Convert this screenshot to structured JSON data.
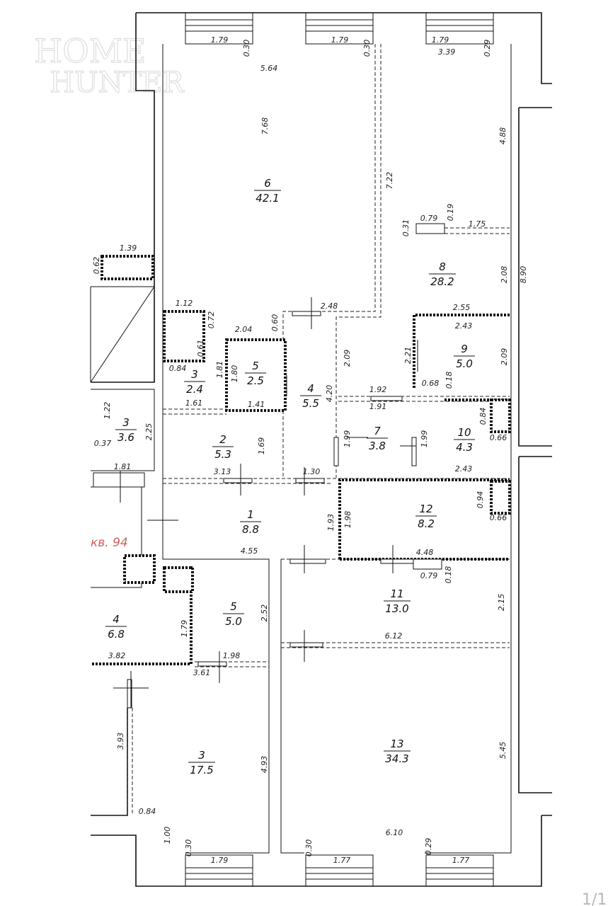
{
  "watermark": {
    "line1": "HOME",
    "line2": "HUNTER"
  },
  "apartment_label": "кв. 94",
  "page_number": "1/1",
  "rooms": [
    {
      "id": "r6",
      "number": "6",
      "area": "42.1"
    },
    {
      "id": "r8",
      "number": "8",
      "area": "28.2"
    },
    {
      "id": "r9",
      "number": "9",
      "area": "5.0"
    },
    {
      "id": "r5a",
      "number": "5",
      "area": "2.5"
    },
    {
      "id": "r3a",
      "number": "3",
      "area": "2.4"
    },
    {
      "id": "r3b",
      "number": "3",
      "area": "3.6"
    },
    {
      "id": "r4a",
      "number": "4",
      "area": "5.5"
    },
    {
      "id": "r2",
      "number": "2",
      "area": "5.3"
    },
    {
      "id": "r7",
      "number": "7",
      "area": "3.8"
    },
    {
      "id": "r10",
      "number": "10",
      "area": "4.3"
    },
    {
      "id": "r1",
      "number": "1",
      "area": "8.8"
    },
    {
      "id": "r12",
      "number": "12",
      "area": "8.2"
    },
    {
      "id": "r11",
      "number": "11",
      "area": "13.0"
    },
    {
      "id": "r5b",
      "number": "5",
      "area": "5.0"
    },
    {
      "id": "r4b",
      "number": "4",
      "area": "6.8"
    },
    {
      "id": "r3c",
      "number": "3",
      "area": "17.5"
    },
    {
      "id": "r13",
      "number": "13",
      "area": "34.3"
    }
  ],
  "dimensions": [
    {
      "text": "1.79",
      "rot": false
    },
    {
      "text": "0.30",
      "rot": true
    },
    {
      "text": "1.79",
      "rot": false
    },
    {
      "text": "0.30",
      "rot": true
    },
    {
      "text": "1.79",
      "rot": false
    },
    {
      "text": "0.29",
      "rot": true
    },
    {
      "text": "3.39",
      "rot": false
    },
    {
      "text": "5.64",
      "rot": false
    },
    {
      "text": "7.68",
      "rot": true
    },
    {
      "text": "7.22",
      "rot": true
    },
    {
      "text": "4.88",
      "rot": true
    },
    {
      "text": "0.79",
      "rot": false
    },
    {
      "text": "0.19",
      "rot": true
    },
    {
      "text": "0.31",
      "rot": true
    },
    {
      "text": "1.75",
      "rot": false
    },
    {
      "text": "2.08",
      "rot": true
    },
    {
      "text": "8.90",
      "rot": true
    },
    {
      "text": "1.39",
      "rot": false
    },
    {
      "text": "0.62",
      "rot": true
    },
    {
      "text": "1.12",
      "rot": false
    },
    {
      "text": "0.72",
      "rot": true
    },
    {
      "text": "2.48",
      "rot": false
    },
    {
      "text": "2.04",
      "rot": false
    },
    {
      "text": "0.60",
      "rot": true
    },
    {
      "text": "2.55",
      "rot": false
    },
    {
      "text": "2.43",
      "rot": false
    },
    {
      "text": "0.61",
      "rot": true
    },
    {
      "text": "0.84",
      "rot": false
    },
    {
      "text": "1.81",
      "rot": true
    },
    {
      "text": "1.80",
      "rot": true
    },
    {
      "text": "2.09",
      "rot": true
    },
    {
      "text": "2.21",
      "rot": true
    },
    {
      "text": "2.09",
      "rot": true
    },
    {
      "text": "4.20",
      "rot": true
    },
    {
      "text": "0.68",
      "rot": false
    },
    {
      "text": "0.18",
      "rot": true
    },
    {
      "text": "1.92",
      "rot": false
    },
    {
      "text": "1.91",
      "rot": false
    },
    {
      "text": "1.22",
      "rot": true
    },
    {
      "text": "1.61",
      "rot": false
    },
    {
      "text": "1.41",
      "rot": false
    },
    {
      "text": "0.84",
      "rot": true
    },
    {
      "text": "0.37",
      "rot": false
    },
    {
      "text": "2.25",
      "rot": true
    },
    {
      "text": "1.69",
      "rot": true
    },
    {
      "text": "1.99",
      "rot": true
    },
    {
      "text": "1.99",
      "rot": true
    },
    {
      "text": "0.66",
      "rot": false
    },
    {
      "text": "1.81",
      "rot": false
    },
    {
      "text": "3.13",
      "rot": false
    },
    {
      "text": "1.30",
      "rot": false
    },
    {
      "text": "2.43",
      "rot": false
    },
    {
      "text": "0.94",
      "rot": true
    },
    {
      "text": "1.93",
      "rot": true
    },
    {
      "text": "1.98",
      "rot": true
    },
    {
      "text": "0.66",
      "rot": false
    },
    {
      "text": "4.55",
      "rot": false
    },
    {
      "text": "4.48",
      "rot": false
    },
    {
      "text": "0.79",
      "rot": false
    },
    {
      "text": "0.18",
      "rot": true
    },
    {
      "text": "2.52",
      "rot": true
    },
    {
      "text": "2.15",
      "rot": true
    },
    {
      "text": "1.79",
      "rot": true
    },
    {
      "text": "6.12",
      "rot": false
    },
    {
      "text": "3.82",
      "rot": false
    },
    {
      "text": "1.98",
      "rot": false
    },
    {
      "text": "3.61",
      "rot": false
    },
    {
      "text": "3.93",
      "rot": true
    },
    {
      "text": "4.93",
      "rot": true
    },
    {
      "text": "5.45",
      "rot": true
    },
    {
      "text": "0.84",
      "rot": false
    },
    {
      "text": "1.00",
      "rot": true
    },
    {
      "text": "6.10",
      "rot": false
    },
    {
      "text": "0.30",
      "rot": true
    },
    {
      "text": "0.30",
      "rot": true
    },
    {
      "text": "0.29",
      "rot": true
    },
    {
      "text": "1.79",
      "rot": false
    },
    {
      "text": "1.77",
      "rot": false
    },
    {
      "text": "1.77",
      "rot": false
    }
  ]
}
